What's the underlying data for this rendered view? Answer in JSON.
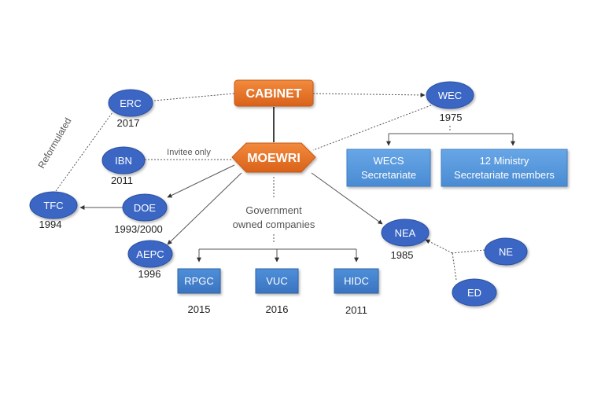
{
  "nodes": {
    "cabinet": "CABINET",
    "moewri": "MOEWRI",
    "erc": "ERC",
    "ibn": "IBN",
    "tfc": "TFC",
    "doe": "DOE",
    "aepc": "AEPC",
    "wec": "WEC",
    "wecs": [
      "WECS",
      "Secretariate"
    ],
    "ministry": [
      "12 Ministry",
      "Secretariate members"
    ],
    "nea": "NEA",
    "ne": "NE",
    "ed": "ED",
    "rpgc": "RPGC",
    "vuc": "VUC",
    "hidc": "HIDC"
  },
  "years": {
    "erc": "2017",
    "ibn": "2011",
    "tfc": "1994",
    "doe": "1993/2000",
    "aepc": "1996",
    "wec": "1975",
    "nea": "1985",
    "rpgc": "2015",
    "vuc": "2016",
    "hidc": "2011"
  },
  "annotations": {
    "invitee_only": "Invitee only",
    "reformulated": "Reformulated",
    "gov_owned": [
      "Government",
      "owned companies"
    ]
  },
  "colors": {
    "ellipse": "#3a66c4",
    "box": "#3a77c9",
    "box_light": "#4a8fd8",
    "orange": "#e8742a",
    "line": "#555555"
  }
}
